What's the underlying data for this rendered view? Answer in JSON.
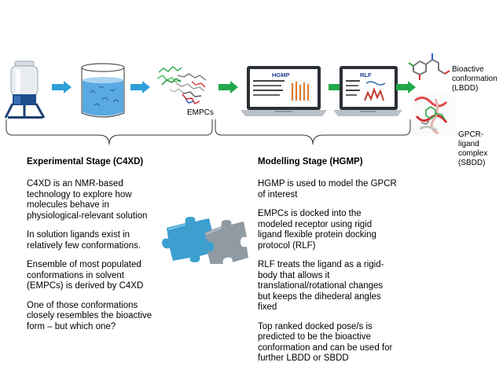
{
  "labels": {
    "empcs": "EMPCs",
    "bioactive": "Bioactive conformation (LBDD)",
    "complex": "GPCR-ligand complex (SBDD)"
  },
  "laptops": {
    "hgmp_title": "HGMP",
    "rlf_title": "RLF"
  },
  "experimental": {
    "heading": "Experimental Stage (C4XD)",
    "paragraphs": [
      "C4XD is an NMR-based technology to explore how molecules behave in physiological-relevant solution",
      "In solution ligands exist in relatively few conformations.",
      "Ensemble of most populated conformations in solvent (EMPCs) is derived by C4XD",
      "One of those conformations closely resembles the bioactive form – but which one?"
    ]
  },
  "modelling": {
    "heading": "Modelling Stage (HGMP)",
    "paragraphs": [
      "HGMP is used to model the GPCR of interest",
      "EMPCs is docked into the modeled receptor using rigid ligand flexible protein docking protocol (RLF)",
      "RLF treats the ligand as a rigid-body that allows it translational/rotational changes but keeps the dihederal angles fixed",
      "Top ranked docked pose/s is predicted to be the bioactive conformation and can be used for further LBDD or SBDD"
    ]
  },
  "colors": {
    "blue_arrow": "#2e9fd8",
    "green_arrow": "#22a84a",
    "puzzle_blue": "#3d9fd0",
    "puzzle_gray": "#8f9aa3"
  }
}
